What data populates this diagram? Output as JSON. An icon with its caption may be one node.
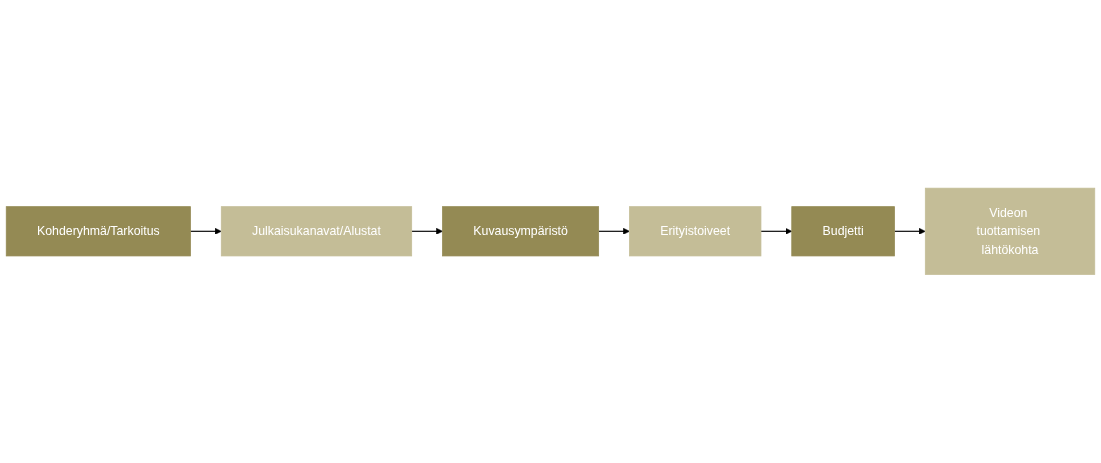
{
  "diagram": {
    "nodes": [
      {
        "text": [
          "Kohderyhmä/Tarkoitus"
        ]
      },
      {
        "text": [
          "Julkaisukanavat/Alustat"
        ]
      },
      {
        "text": [
          "Kuvausympäristö"
        ]
      },
      {
        "text": [
          "Erityistoiveet"
        ]
      },
      {
        "text": [
          "Budjetti"
        ]
      },
      {
        "text": [
          "Videon tuottamisen lähtökohta"
        ]
      }
    ],
    "edges": [
      {
        "from": 0,
        "to": 1,
        "arrow": "to"
      },
      {
        "from": 1,
        "to": 2,
        "arrow": "to"
      },
      {
        "from": 2,
        "to": 3,
        "arrow": "to"
      },
      {
        "from": 3,
        "to": 4,
        "arrow": "to"
      },
      {
        "from": 4,
        "to": 5,
        "arrow": "to"
      }
    ]
  }
}
